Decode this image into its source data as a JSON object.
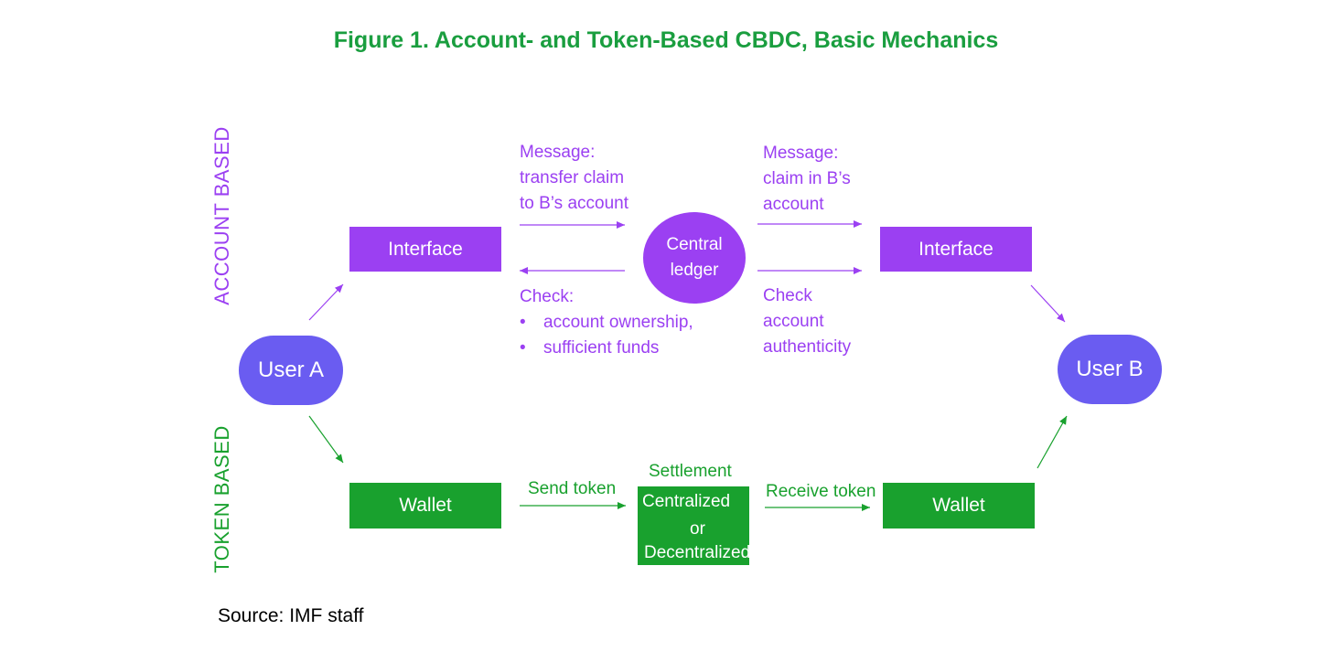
{
  "title": "Figure 1. Account- and Token-Based CBDC, Basic Mechanics",
  "sections": {
    "account": "ACCOUNT BASED",
    "token": "TOKEN BASED"
  },
  "nodes": {
    "user_a": "User A",
    "user_b": "User B",
    "interface_left": "Interface",
    "interface_right": "Interface",
    "ledger_line1": "Central",
    "ledger_line2": "ledger",
    "wallet_left": "Wallet",
    "wallet_right": "Wallet",
    "settlement_title": "Settlement",
    "settlement_line1": "Centralized",
    "settlement_line2": "or",
    "settlement_line3": "Decentralized"
  },
  "messages": {
    "left_top": [
      "Message:",
      "transfer claim",
      "to B’s account"
    ],
    "left_check_title": "Check:",
    "left_check_items": [
      "account ownership,",
      "sufficient funds"
    ],
    "right_top": [
      "Message:",
      "claim in B’s",
      "account"
    ],
    "right_bottom": [
      "Check",
      "account",
      "authenticity"
    ],
    "send_token": "Send token",
    "receive_token": "Receive token"
  },
  "source": "Source: IMF staff",
  "colors": {
    "purple": "#9b40f2",
    "green": "#19a12e",
    "user": "#6a5cf1",
    "title": "#1a9e3f"
  }
}
